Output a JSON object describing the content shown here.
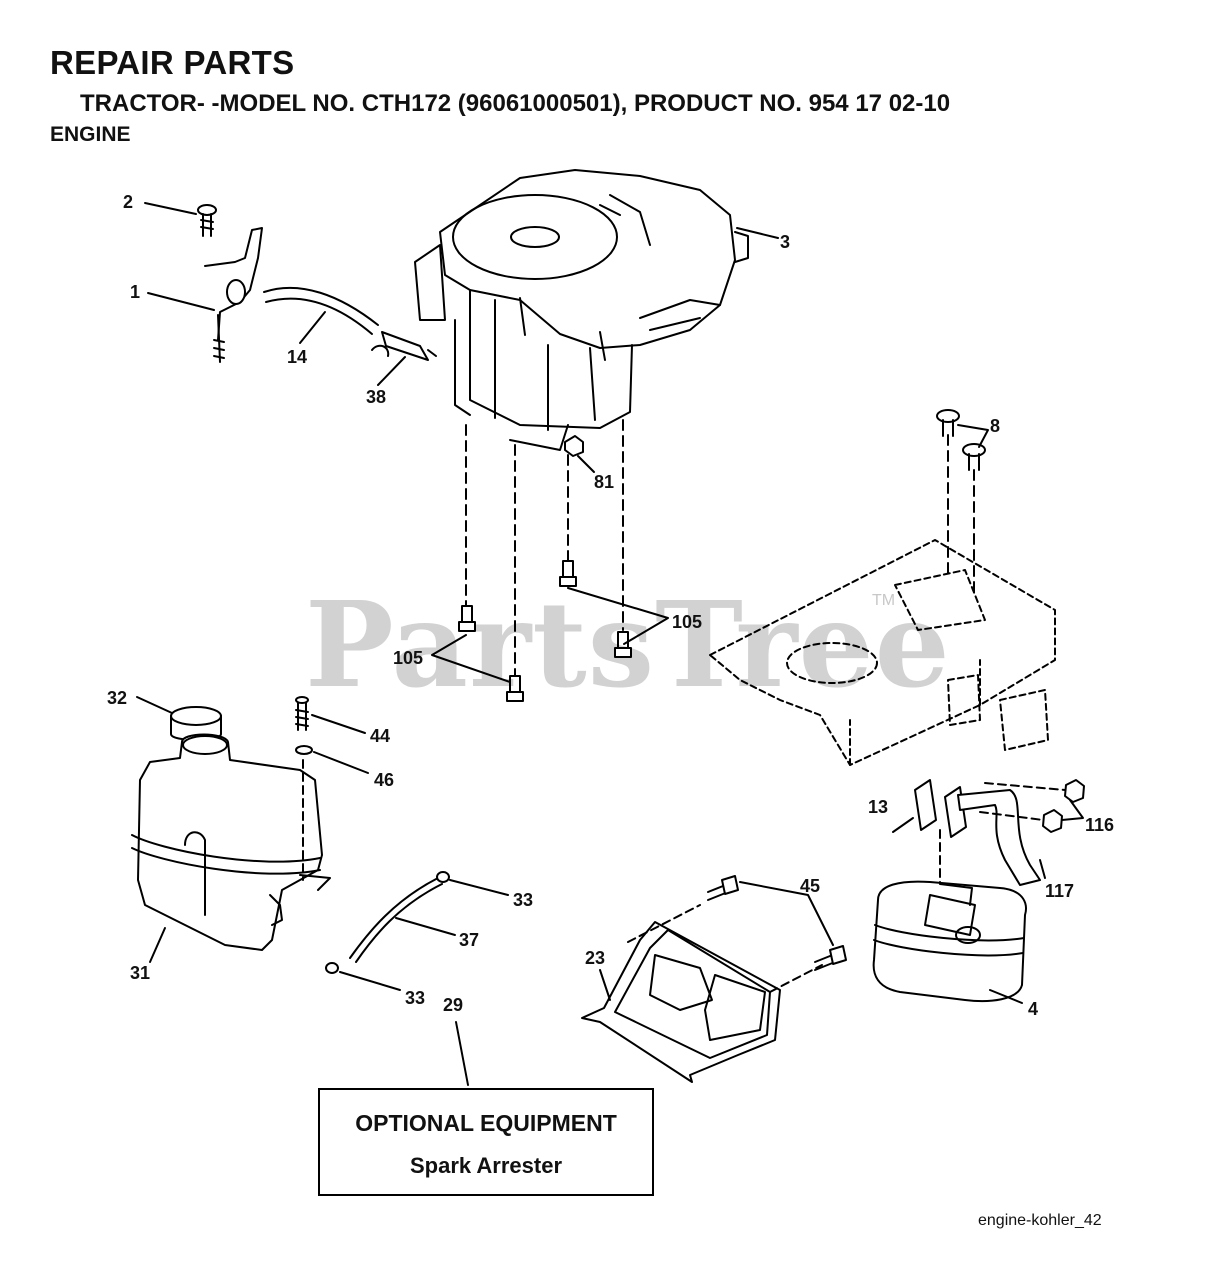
{
  "header": {
    "title": "REPAIR PARTS",
    "subtitle": "TRACTOR- -MODEL NO. CTH172 (96061000501), PRODUCT NO. 954 17 02-10",
    "section": "ENGINE"
  },
  "watermark": {
    "text": "PartsTree",
    "tm": "TM"
  },
  "callouts": {
    "c1": "1",
    "c2": "2",
    "c3": "3",
    "c14": "14",
    "c38": "38",
    "c81": "81",
    "c8": "8",
    "c105a": "105",
    "c105b": "105",
    "c32": "32",
    "c44": "44",
    "c46": "46",
    "c31": "31",
    "c33a": "33",
    "c33b": "33",
    "c37": "37",
    "c29": "29",
    "c23": "23",
    "c45": "45",
    "c13": "13",
    "c116": "116",
    "c117": "117",
    "c4": "4"
  },
  "optional_box": {
    "line1": "OPTIONAL EQUIPMENT",
    "line2": "Spark Arrester"
  },
  "footer": {
    "code": "engine-kohler_42"
  }
}
